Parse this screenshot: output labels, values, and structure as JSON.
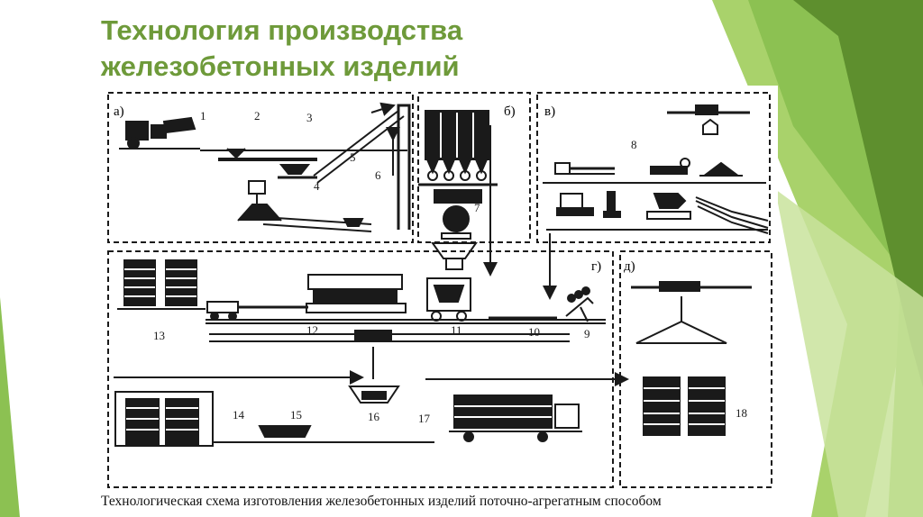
{
  "slide": {
    "title_line1": "Технология производства",
    "title_line2": "железобетонных изделий",
    "caption": "Технологическая схема изготовления железобетонных изделий поточно-агрегатным способом",
    "colors": {
      "title": "#6e9a3a",
      "green_light": "#a9d26b",
      "green_mid": "#8cc152",
      "green_dark": "#5e8f2e",
      "ink": "#1a1a1a"
    }
  },
  "diagram": {
    "sections": {
      "a": "а)",
      "b": "б)",
      "v": "в)",
      "g": "г)",
      "d": "д)"
    },
    "numbers": [
      "1",
      "2",
      "3",
      "4",
      "5",
      "6",
      "7",
      "8",
      "9",
      "10",
      "11",
      "12",
      "13",
      "14",
      "15",
      "16",
      "17",
      "18"
    ]
  }
}
